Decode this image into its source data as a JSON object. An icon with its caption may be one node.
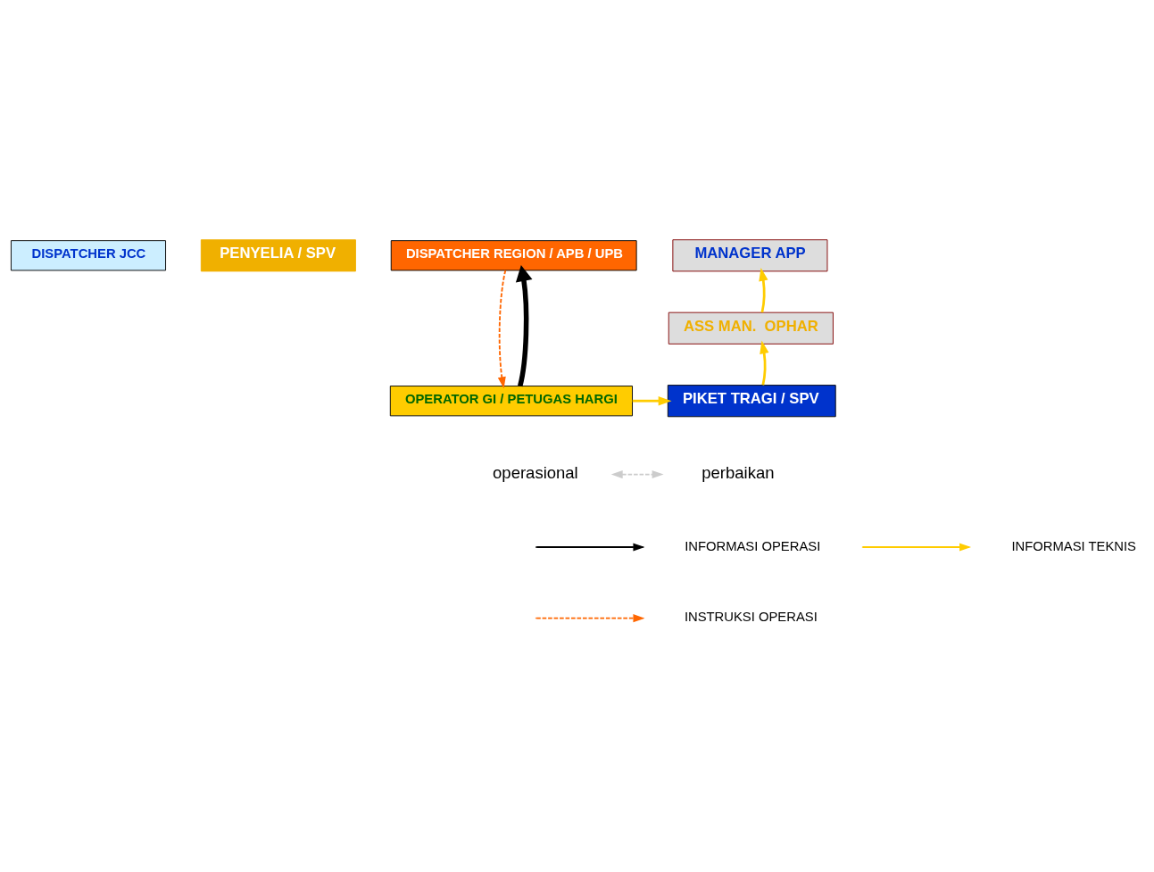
{
  "diagram": {
    "nodes": [
      {
        "text": [
          "DISPATCHER JCC"
        ]
      },
      {
        "text": [
          "PENYELIA / SPV"
        ]
      },
      {
        "text": [
          "DISPATCHER REGION / APB / UPB"
        ]
      },
      {
        "text": [
          "MANAGER APP"
        ]
      },
      {
        "text": [
          "ASS MAN.  OPHAR"
        ]
      },
      {
        "text": [
          "OPERATOR GI / PETUGAS HARGI"
        ]
      },
      {
        "text": [
          "PIKET TRAGI / SPV"
        ]
      },
      {
        "text": [
          "operasional"
        ]
      },
      {
        "text": [
          "perbaikan"
        ]
      }
    ],
    "edges": [
      {
        "from": 5,
        "to": 2,
        "arrow": "to",
        "style": "thick",
        "color": "#000000"
      },
      {
        "from": 2,
        "to": 5,
        "arrow": "to",
        "style": "dashed",
        "color": "#ff6600"
      },
      {
        "from": 5,
        "to": 6,
        "arrow": "to"
      },
      {
        "from": 6,
        "to": 4,
        "arrow": "to"
      },
      {
        "from": 4,
        "to": 3,
        "arrow": "to"
      },
      {
        "from": 7,
        "to": 8,
        "arrow": "both",
        "style": "dashed",
        "color": "#cccccc"
      }
    ],
    "legend": [
      {
        "text": "INFORMASI OPERASI"
      },
      {
        "text": "INFORMASI TEKNIS"
      },
      {
        "text": "INSTRUKSI OPERASI"
      }
    ]
  }
}
